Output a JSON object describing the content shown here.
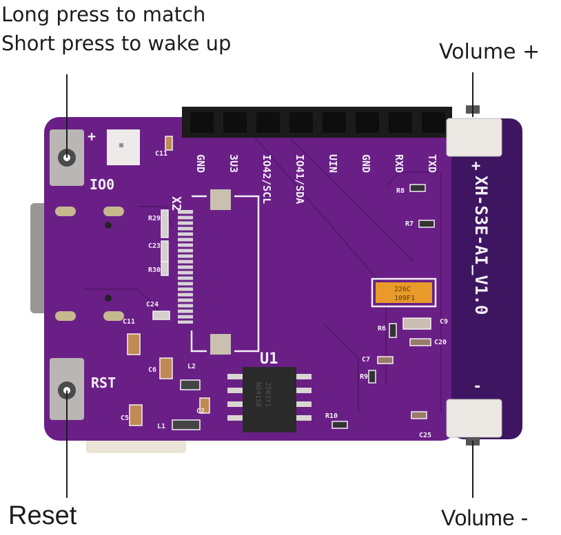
{
  "callouts": {
    "top_left_line1": "Long press to match",
    "top_left_line2": "Short press to wake up",
    "top_right": "Volume +",
    "bottom_left": "Reset",
    "bottom_right": "Volume -"
  },
  "board": {
    "name": "XH-S3E-AI_V1.0",
    "colors": {
      "pcb": "#6a1f86",
      "pcb_dark": "#3d1560",
      "silk": "#f4f0f6",
      "header": "#1b1b1b",
      "button_metal": "#b9b6b3",
      "cap_tan": "#c08a55",
      "tantalum": "#e89a2a"
    },
    "header_pins": [
      "GND",
      "3U3",
      "IO42/SCL",
      "IO41/SDA",
      "UIN",
      "GND",
      "RXD",
      "TXD"
    ],
    "button_labels": {
      "boot": "IO0",
      "reset": "RST"
    },
    "plus_mark": "+",
    "minus_mark": "-",
    "chip_label": "U1",
    "crystal_label": "X2",
    "chip_marking": [
      "NS4158",
      "2501Y1"
    ],
    "tantalum_marking": [
      "226C",
      "109F1"
    ],
    "components": [
      "C11",
      "R29",
      "C23",
      "R30",
      "C24",
      "C11",
      "C6",
      "L2",
      "C2",
      "C5",
      "L1",
      "R8",
      "R7",
      "R6",
      "C9",
      "C20",
      "C7",
      "R9",
      "R10",
      "C25"
    ]
  }
}
